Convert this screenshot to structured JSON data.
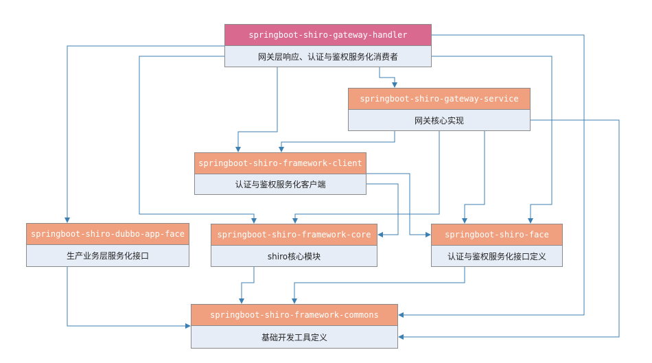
{
  "nodes": {
    "handler": {
      "title": "springboot-shiro-gateway-handler",
      "desc": "网关层响应、认证与鉴权服务化消费者"
    },
    "service": {
      "title": "springboot-shiro-gateway-service",
      "desc": "网关核心实现"
    },
    "client": {
      "title": "springboot-shiro-framework-client",
      "desc": "认证与鉴权服务化客户端"
    },
    "dubbo": {
      "title": "springboot-shiro-dubbo-app-face",
      "desc": "生产业务层服务化接口"
    },
    "core": {
      "title": "springboot-shiro-framework-core",
      "desc": "shiro核心模块"
    },
    "face": {
      "title": "springboot-shiro-face",
      "desc": "认证与鉴权服务化接口定义"
    },
    "commons": {
      "title": "springboot-shiro-framework-commons",
      "desc": "基础开发工具定义"
    }
  },
  "colors": {
    "handler_header": "#d9698f",
    "module_header": "#f0a07e",
    "module_body": "#e7edf7",
    "arrow": "#3b7fb3",
    "border": "#8a8a8a"
  },
  "edges": [
    {
      "from": "handler",
      "to": "service"
    },
    {
      "from": "handler",
      "to": "dubbo"
    },
    {
      "from": "handler",
      "to": "client"
    },
    {
      "from": "handler",
      "to": "core"
    },
    {
      "from": "handler",
      "to": "face"
    },
    {
      "from": "handler",
      "to": "commons"
    },
    {
      "from": "service",
      "to": "client"
    },
    {
      "from": "service",
      "to": "core"
    },
    {
      "from": "service",
      "to": "face"
    },
    {
      "from": "service",
      "to": "commons"
    },
    {
      "from": "client",
      "to": "core"
    },
    {
      "from": "client",
      "to": "face"
    },
    {
      "from": "dubbo",
      "to": "commons"
    },
    {
      "from": "core",
      "to": "commons"
    },
    {
      "from": "face",
      "to": "commons"
    }
  ]
}
